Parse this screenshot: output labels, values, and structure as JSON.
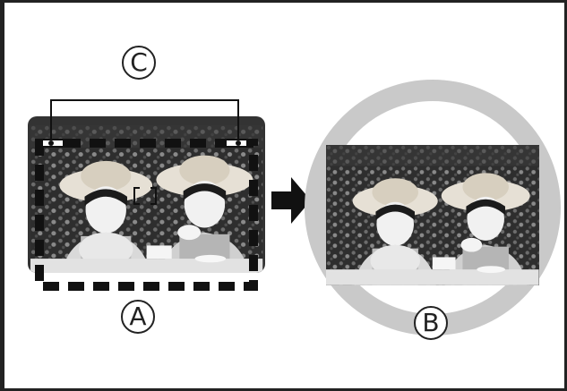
{
  "labels": {
    "a": "A",
    "b": "B",
    "c": "C"
  },
  "colors": {
    "frame": "#222222",
    "ring": "#c7c7c7",
    "photo_dark": "#2f2f2f",
    "arrow": "#111111"
  },
  "icons": {
    "arrow": "right-arrow-icon",
    "woman_left": "woman-in-hat-icon",
    "woman_right": "woman-in-hat-icon"
  }
}
